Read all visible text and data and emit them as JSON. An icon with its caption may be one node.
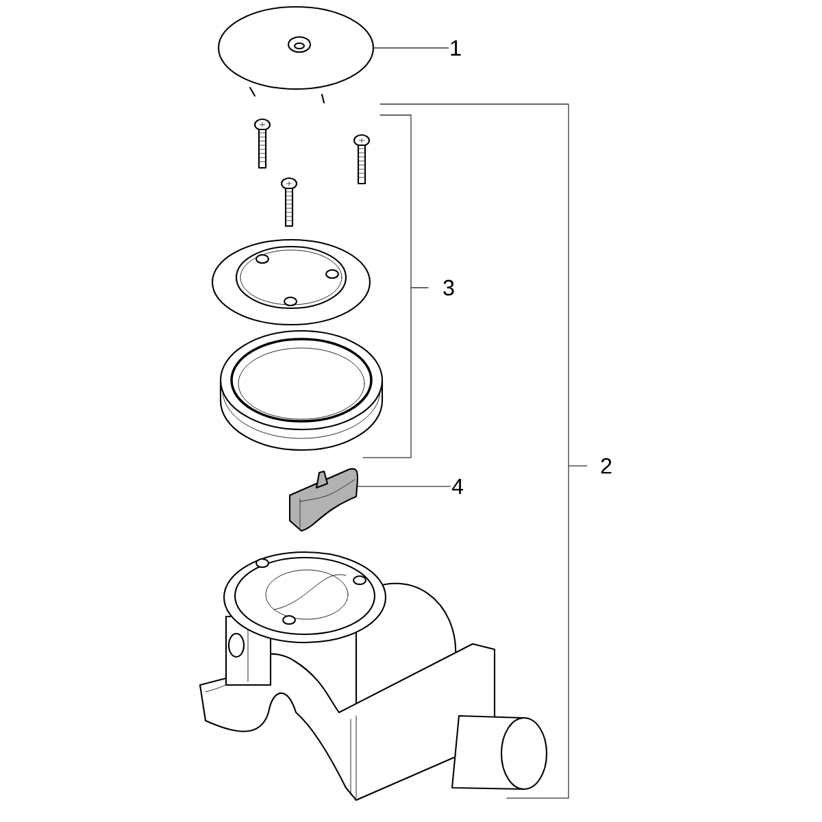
{
  "diagram": {
    "nodes": [
      {
        "text": [
          "1"
        ]
      },
      {
        "text": [],
        "shape": "picture"
      },
      {
        "text": [
          "4"
        ]
      },
      {
        "text": [],
        "shape": "picture"
      }
    ],
    "edges": [
      {
        "from": 0,
        "to": 1,
        "arrow": "none"
      },
      {
        "from": 2,
        "to": 3,
        "arrow": "none"
      }
    ],
    "labels": [
      "3",
      "2"
    ]
  }
}
